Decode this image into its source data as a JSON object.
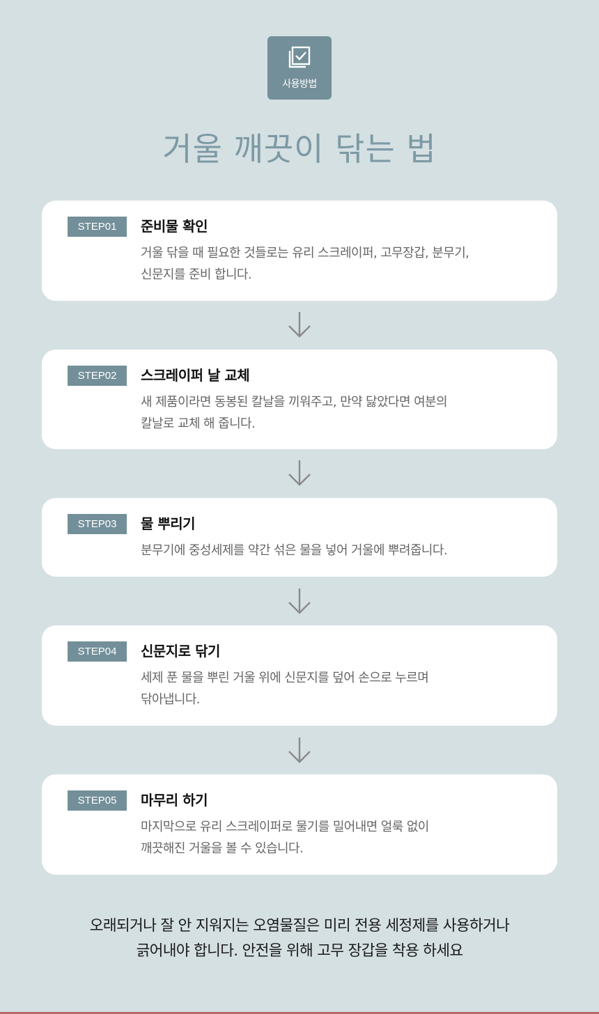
{
  "badge": {
    "label": "사용방법",
    "icon": "checklist-icon",
    "color": "#738f99"
  },
  "title": "거울 깨끗이 닦는 법",
  "steps": [
    {
      "tag": "STEP01",
      "title": "준비물 확인",
      "desc_line1": "거울 닦을 때 필요한 것들로는 유리 스크레이퍼, 고무장갑, 분무기,",
      "desc_line2": "신문지를 준비 합니다."
    },
    {
      "tag": "STEP02",
      "title": "스크레이퍼 날 교체",
      "desc_line1": "새 제품이라면 동봉된 칼날을 끼워주고, 만약 닳았다면 여분의",
      "desc_line2": "칼날로 교체 해 줍니다."
    },
    {
      "tag": "STEP03",
      "title": "물 뿌리기",
      "desc_line1": "분무기에 중성세제를 약간 섞은 물을 넣어 거울에 뿌려줍니다.",
      "desc_line2": ""
    },
    {
      "tag": "STEP04",
      "title": "신문지로 닦기",
      "desc_line1": "세제 푼 물을 뿌린 거울 위에 신문지를 덮어 손으로 누르며",
      "desc_line2": "닦아냅니다."
    },
    {
      "tag": "STEP05",
      "title": "마무리 하기",
      "desc_line1": "마지막으로 유리 스크레이퍼로 물기를 밀어내면 얼룩 없이",
      "desc_line2": "깨끗해진 거울을 볼 수 있습니다."
    }
  ],
  "note": {
    "line1": "오래되거나 잘 안 지워지는 오염물질은 미리 전용 세정제를 사용하거나",
    "line2": "긁어내야 합니다. 안전을 위해 고무 장갑을 착용 하세요"
  },
  "colors": {
    "background": "#d5e0e3",
    "accent": "#738f99",
    "title": "#7d9aa4",
    "card": "#ffffff"
  }
}
